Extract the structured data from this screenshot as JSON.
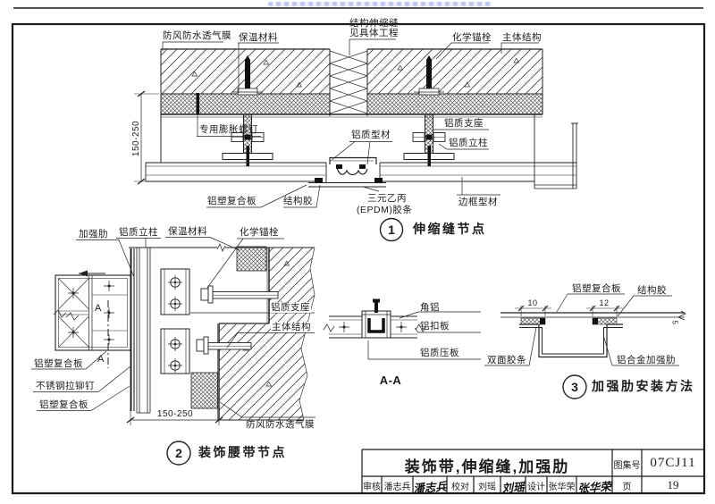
{
  "sheet": {
    "title": "装饰带,伸缩缝,加强肋",
    "atlas_label": "图集号",
    "atlas_no": "07CJ11",
    "page_label": "页",
    "page_no": "19",
    "signoff": {
      "review_label": "审核",
      "review_name": "潘志兵",
      "review_sig": "潘志兵",
      "proof_label": "校对",
      "proof_name": "刘瑶",
      "proof_sig": "刘瑶",
      "design_label": "设计",
      "design_name": "张华荣",
      "design_sig": "张华荣"
    }
  },
  "d1": {
    "num": "1",
    "caption": "伸缩缝节点",
    "membrane": "防风防水透气膜",
    "insulation": "保温材料",
    "joint1": "结构伸缩缝",
    "joint2": "见具体工程",
    "anchor": "化学锚栓",
    "structure": "主体结构",
    "screw": "专用膨胀螺钉",
    "support": "铝质支座",
    "mullion": "铝质立柱",
    "profile": "铝质型材",
    "panel": "铝塑复合板",
    "sealant": "结构胶",
    "epdm1": "三元乙丙",
    "epdm2": "(EPDM)胶条",
    "frame": "边框型材",
    "dim": "150-250"
  },
  "d2": {
    "num": "2",
    "caption": "装饰腰带节点",
    "rib": "加强肋",
    "mullion": "铝质立柱",
    "insulation": "保温材料",
    "anchor": "化学锚栓",
    "support": "铝质支座",
    "structure": "主体结构",
    "panel_top": "铝塑复合板",
    "rivet": "不锈钢拉铆钉",
    "panel_bottom": "铝塑复合板",
    "membrane": "防风防水透气膜",
    "dim": "150-250",
    "section": "A"
  },
  "aa": {
    "caption": "A-A",
    "angle": "角铝",
    "buckle": "铝扣板",
    "clamp": "铝质压板"
  },
  "d3": {
    "num": "3",
    "caption": "加强肋安装方法",
    "panel": "铝塑复合板",
    "sealant": "结构胶",
    "tape": "双面胶条",
    "rib": "铝合金加强肋",
    "dim10": "10",
    "dim12": "12",
    "dim5": "5"
  }
}
